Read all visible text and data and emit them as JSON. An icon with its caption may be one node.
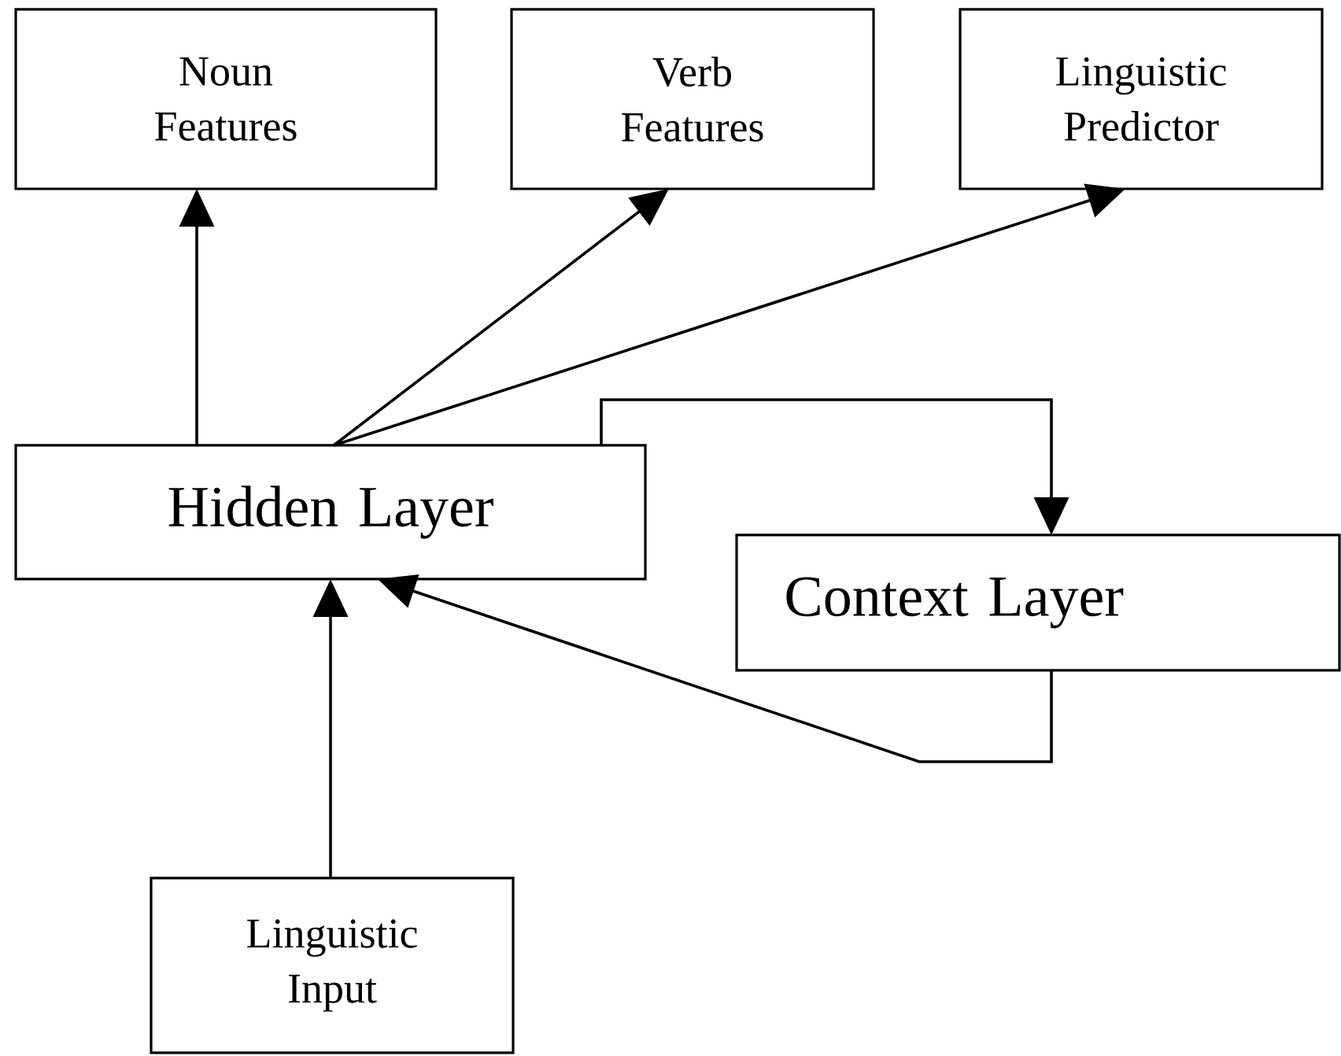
{
  "diagram": {
    "nodes": [
      {
        "text": [
          "Noun Features"
        ]
      },
      {
        "text": [
          "Verb Features"
        ]
      },
      {
        "text": [
          "Linguistic Predictor"
        ]
      },
      {
        "text": [
          "Hidden Layer"
        ]
      },
      {
        "text": [
          "Context Layer"
        ]
      },
      {
        "text": [
          "Linguistic Input"
        ]
      }
    ],
    "edges": [
      {
        "from": 3,
        "to": 0,
        "arrow": "to"
      },
      {
        "from": 3,
        "to": 1,
        "arrow": "to"
      },
      {
        "from": 3,
        "to": 2,
        "arrow": "to"
      },
      {
        "from": 3,
        "to": 4,
        "arrow": "to"
      },
      {
        "from": 4,
        "to": 3,
        "arrow": "to"
      },
      {
        "from": 5,
        "to": 3,
        "arrow": "to"
      }
    ]
  }
}
